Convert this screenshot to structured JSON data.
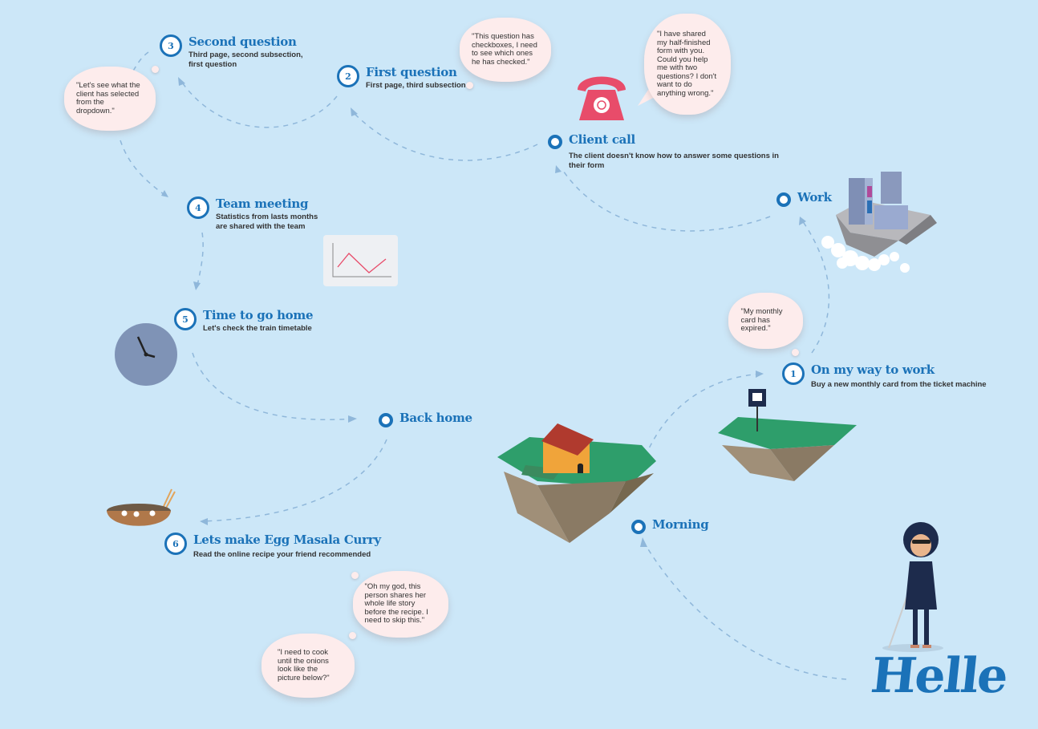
{
  "title": "Helle",
  "nodes": {
    "work": {
      "title": "Work",
      "number": ""
    },
    "client_call": {
      "title": "Client call",
      "sub": "The client doesn't know how to answer some questions in their form"
    },
    "first_question": {
      "number": "2",
      "title": "First question",
      "sub": "First page, third subsection"
    },
    "second_question": {
      "number": "3",
      "title": "Second question",
      "sub": "Third page, second subsection, first question"
    },
    "team_meeting": {
      "number": "4",
      "title": "Team meeting",
      "sub": "Statistics from lasts months are shared with the team"
    },
    "time_home": {
      "number": "5",
      "title": "Time to go home",
      "sub": "Let's check the train timetable"
    },
    "back_home": {
      "title": "Back home"
    },
    "curry": {
      "number": "6",
      "title": "Lets make Egg Masala Curry",
      "sub": "Read the online recipe your friend recommended"
    },
    "morning": {
      "title": "Morning"
    },
    "way_to_work": {
      "number": "1",
      "title": "On my way to work",
      "sub": "Buy a new monthly card from the ticket machine"
    }
  },
  "bubbles": {
    "call": "\"I have shared my half-finished form with you. Could you help me with two questions? I don't want to do anything wrong.\"",
    "checkboxes": "\"This question has checkboxes, I need to see which ones he has checked.\"",
    "dropdown": "\"Let's see what the client has selected from the dropdown.\"",
    "card": "\"My monthly card has expired.\"",
    "recipe": "\"Oh my god, this person shares her whole life story before the recipe. I need to skip this.\"",
    "onions": "\"I need to cook until the onions look like the picture below?\""
  },
  "colors": {
    "background": "#cce7f8",
    "accent": "#1b72b8",
    "path": "#8fb7da",
    "bubble": "#fdecec",
    "grass": "#2e9e6b",
    "rock": "#a08f78",
    "phone": "#e84c6a"
  },
  "icons": [
    "telephone-icon",
    "city-buildings-icon",
    "line-chart-icon",
    "clock-icon",
    "curry-bowl-icon",
    "house-icon",
    "train-sign-icon",
    "person-icon"
  ]
}
